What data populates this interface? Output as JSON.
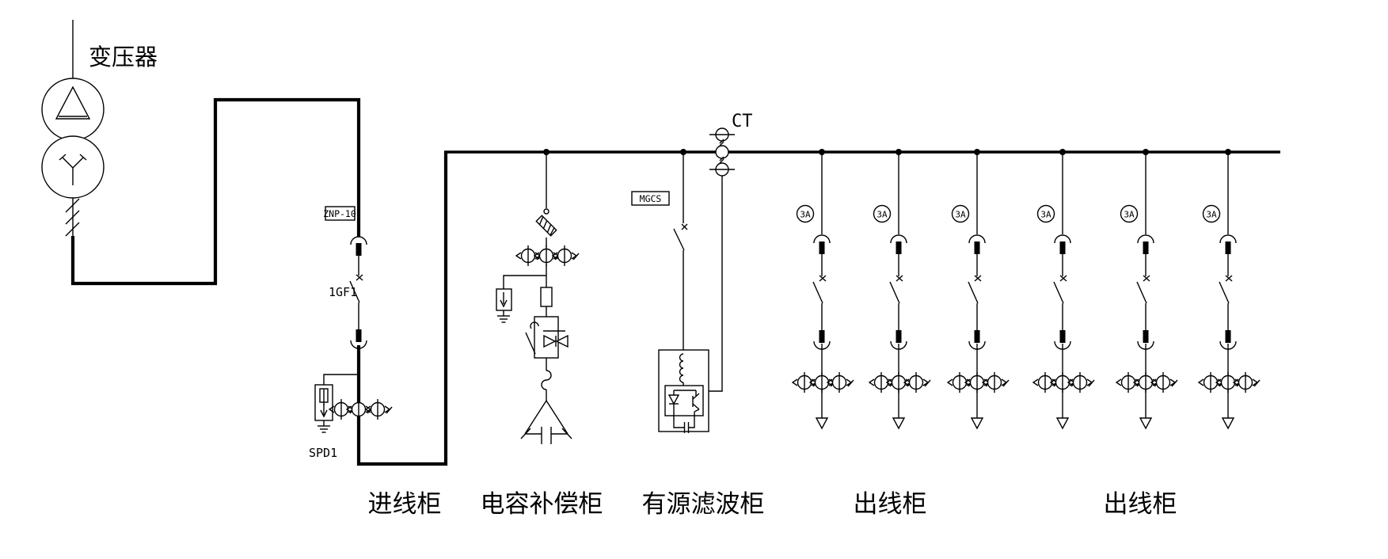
{
  "colors": {
    "line": "#000000",
    "background": "#ffffff"
  },
  "transformer": {
    "label": "变压器"
  },
  "incoming_cabinet": {
    "label": "进线柜",
    "panel_tag": "ZNP-10",
    "breaker_tag": "1GF1",
    "spd_tag": "SPD1"
  },
  "capacitor_cabinet": {
    "label": "电容补偿柜"
  },
  "filter_cabinet": {
    "label": "有源滤波柜",
    "module_tag": "MGCS",
    "ct_tag": "CT"
  },
  "outgoing_cabinets": {
    "label_left": "出线柜",
    "label_right": "出线柜",
    "feeders": [
      {
        "meter": "3A"
      },
      {
        "meter": "3A"
      },
      {
        "meter": "3A"
      },
      {
        "meter": "3A"
      },
      {
        "meter": "3A"
      },
      {
        "meter": "3A"
      }
    ]
  }
}
